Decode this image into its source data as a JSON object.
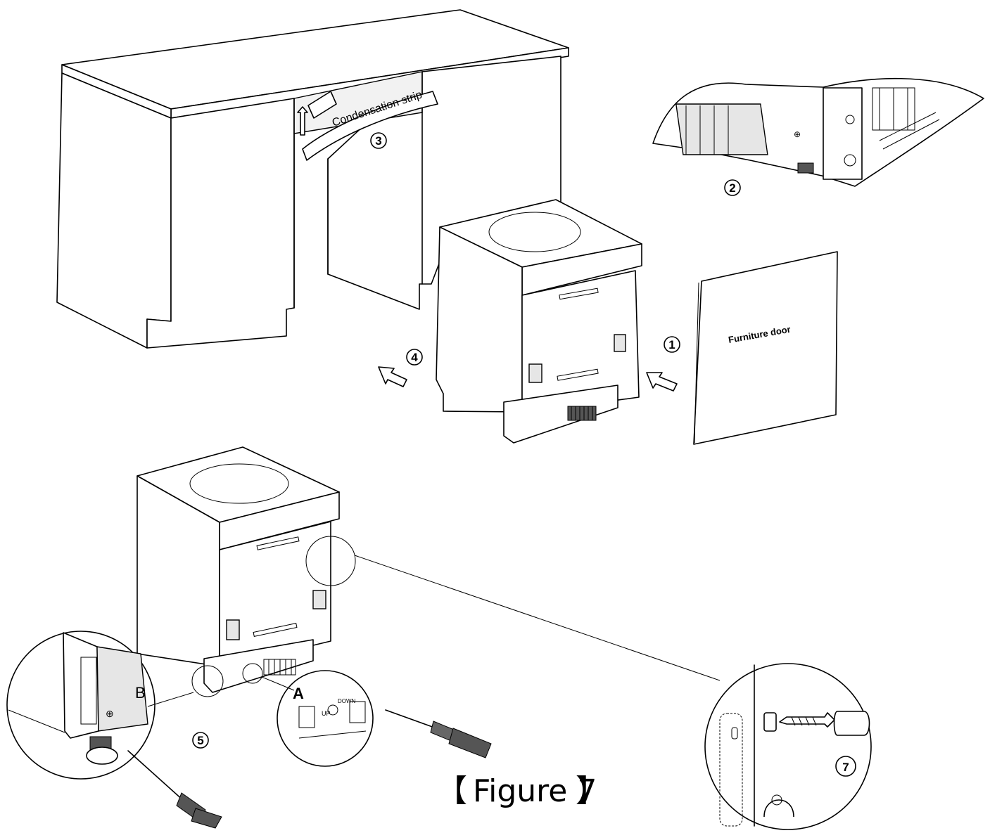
{
  "labels": {
    "condensation_strip": "Condensation strip",
    "furniture_door": "Furniture door",
    "step1": "1",
    "step2": "2",
    "step3": "3",
    "step4": "4",
    "step5": "5",
    "step7": "7",
    "detail_a": "A",
    "detail_b": "B",
    "up": "UP",
    "down": "DOWN"
  },
  "caption": {
    "open_bracket": "【",
    "text": "Figure 7",
    "close_bracket": "】"
  }
}
